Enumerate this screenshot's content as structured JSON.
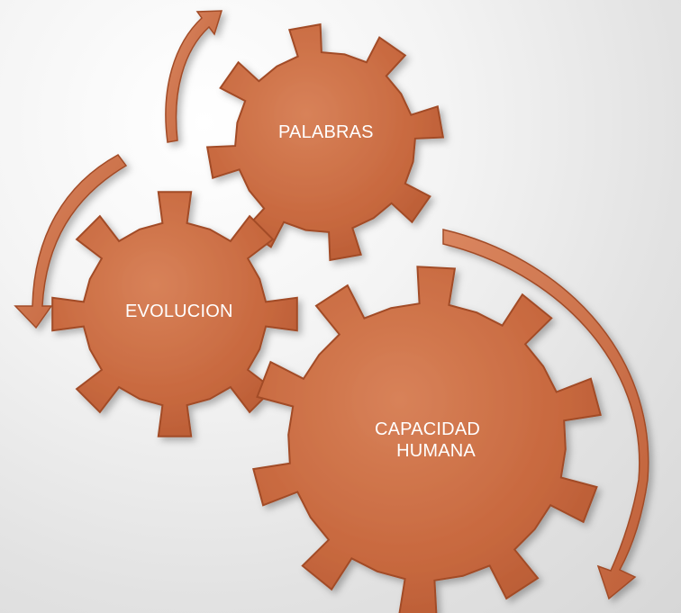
{
  "diagram": {
    "gears": [
      {
        "id": "palabras",
        "label": "PALABRAS"
      },
      {
        "id": "evolucion",
        "label": "EVOLUCION"
      },
      {
        "id": "capacidad",
        "label_line1": "CAPACIDAD",
        "label_line2": "HUMANA"
      }
    ],
    "colors": {
      "gear_fill": "#c8693f",
      "gear_stroke": "#a24b28",
      "arrow_fill": "#c8693f",
      "text": "#ffffff"
    }
  }
}
